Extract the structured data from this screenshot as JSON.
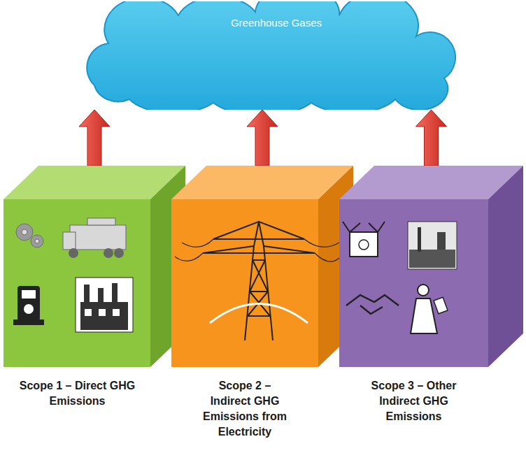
{
  "diagram": {
    "nodes": [
      {
        "text": [
          "Greenhouse Gases"
        ]
      },
      {
        "text": [
          "Scope 1 – Direct GHG Emissions"
        ]
      },
      {
        "text": [
          "Scope 2 – Indirect GHG Emissions from Electricity"
        ]
      },
      {
        "text": [
          "Scope 3 – Other Indirect GHG Emissions"
        ]
      }
    ],
    "edges": [
      {
        "from": 1,
        "to": 0,
        "arrow": "to"
      },
      {
        "from": 2,
        "to": 0,
        "arrow": "to"
      },
      {
        "from": 3,
        "to": 0,
        "arrow": "to"
      }
    ]
  }
}
